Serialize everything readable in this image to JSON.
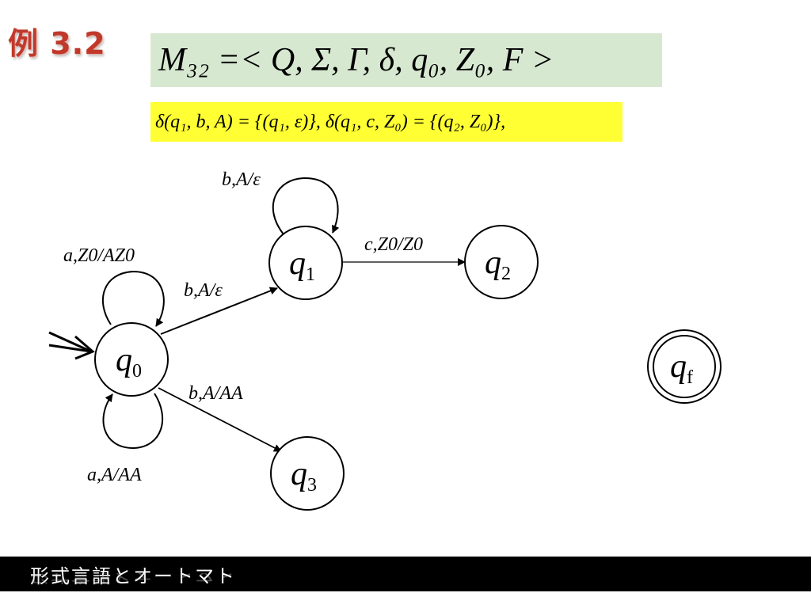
{
  "slide": {
    "title": "例 3.2",
    "tuple_formula": "M₃₂ =< Q, Σ, Γ, δ, q₀, Z₀, F >",
    "delta_formula": "δ(q₁, b, A) = {(q₁, ε)}, δ(q₁, c, Z₀) = {(q₂, Z₀)},",
    "footer": "形式言語とオートマト"
  },
  "diagram": {
    "states": [
      {
        "id": "q0",
        "base": "q",
        "sub": "0",
        "start": true,
        "accepting": false
      },
      {
        "id": "q1",
        "base": "q",
        "sub": "1",
        "start": false,
        "accepting": false
      },
      {
        "id": "q2",
        "base": "q",
        "sub": "2",
        "start": false,
        "accepting": false
      },
      {
        "id": "q3",
        "base": "q",
        "sub": "3",
        "start": false,
        "accepting": false
      },
      {
        "id": "qf",
        "base": "q",
        "sub": "f",
        "start": false,
        "accepting": true
      }
    ],
    "transitions": [
      {
        "from": "q0",
        "to": "q0",
        "label": "a,Z0/AZ0"
      },
      {
        "from": "q0",
        "to": "q0",
        "label": "a,A/AA"
      },
      {
        "from": "q0",
        "to": "q1",
        "label": "b,A/ε"
      },
      {
        "from": "q0",
        "to": "q3",
        "label": "b,A/AA"
      },
      {
        "from": "q1",
        "to": "q1",
        "label": "b,A/ε"
      },
      {
        "from": "q1",
        "to": "q2",
        "label": "c,Z0/Z0"
      }
    ],
    "start_marker": "⇒"
  }
}
